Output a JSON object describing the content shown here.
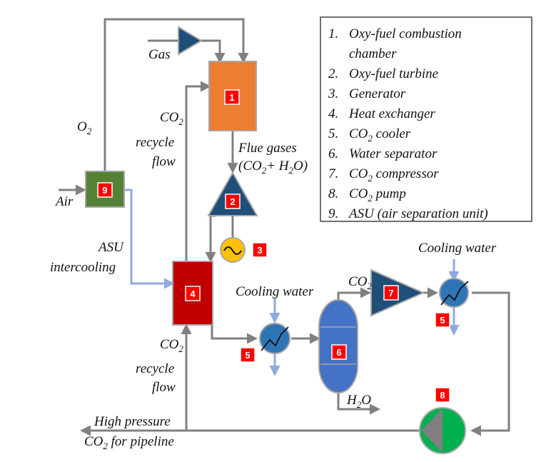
{
  "legend": {
    "items": [
      {
        "num": "1.",
        "text": "Oxy-fuel combustion"
      },
      {
        "num": "",
        "text": "chamber"
      },
      {
        "num": "2.",
        "text": "Oxy-fuel turbine"
      },
      {
        "num": "3.",
        "text": "Generator"
      },
      {
        "num": "4.",
        "text": "Heat exchanger"
      },
      {
        "num": "5.",
        "text": "CO",
        "sub": "2",
        "rest": " cooler"
      },
      {
        "num": "6.",
        "text": "Water separator"
      },
      {
        "num": "7.",
        "text": "CO",
        "sub": "2",
        "rest": " compressor"
      },
      {
        "num": "8.",
        "text": "CO",
        "sub": "2",
        "rest": " pump"
      },
      {
        "num": "9.",
        "text": "ASU (air separation unit)"
      }
    ]
  },
  "components": {
    "c1": "1",
    "c2": "2",
    "c3": "3",
    "c4": "4",
    "c5a": "5",
    "c5b": "5",
    "c6": "6",
    "c7": "7",
    "c8": "8",
    "c9": "9"
  },
  "labels": {
    "gas": "Gas",
    "o2": {
      "main": "O",
      "sub": "2"
    },
    "air": "Air",
    "flue1": "Flue gases",
    "flue2": {
      "a": "(CO",
      "s1": "2",
      "b": "+ H",
      "s2": "2",
      "c": "O)"
    },
    "recycle_top": {
      "co": "CO",
      "sub": "2",
      "l2": "recycle",
      "l3": "flow"
    },
    "recycle_bottom": {
      "co": "CO",
      "sub": "2",
      "l2": "recycle",
      "l3": "flow"
    },
    "asu_cool1": "ASU",
    "asu_cool2": "intercooling",
    "cooling_water_1": "Cooling water",
    "cooling_water_2": "Cooling water",
    "co2_out": {
      "main": "CO",
      "sub": "2"
    },
    "h2o": {
      "a": "H",
      "s": "2",
      "b": "O"
    },
    "hp1": "High pressure",
    "hp2": {
      "a": "CO",
      "s": "2",
      "b": " for pipeline"
    }
  },
  "colors": {
    "pipe": "#808080",
    "pipe_blue": "#8faadc",
    "chamber": "#ed7d31",
    "hx": "#c00000",
    "asu": "#548235",
    "turbine": "#1f4e79",
    "cooler": "#2e75b6",
    "separator": "#4472c4",
    "pump": "#00b050",
    "generator": "#ffc000",
    "badge": "#ff0000"
  }
}
